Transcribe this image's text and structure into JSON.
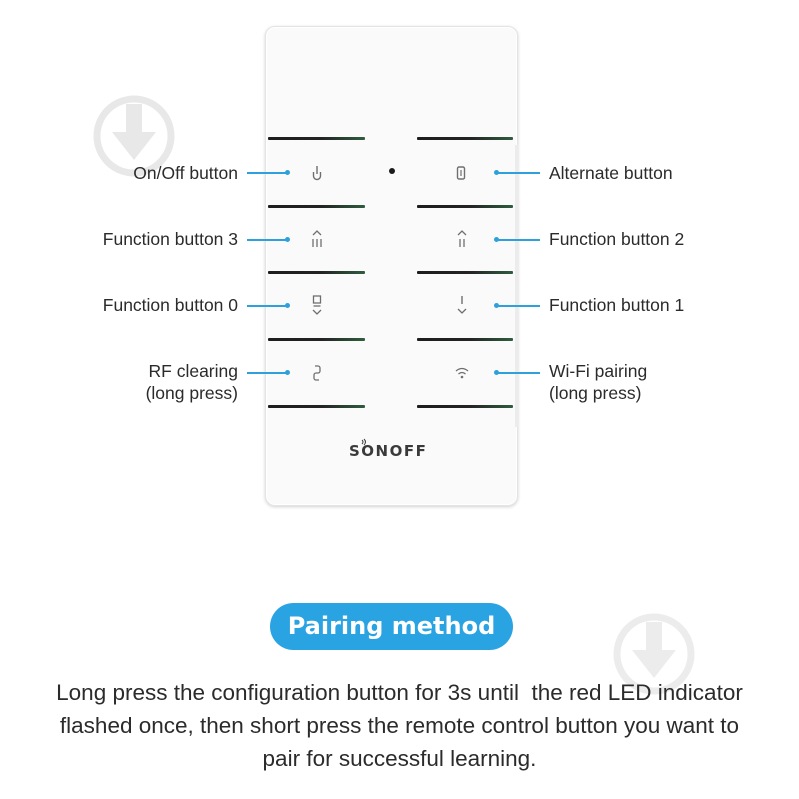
{
  "remote": {
    "brand_name": "Sonoff",
    "buttons": [
      {
        "name": "on-off",
        "icon": "power-icon"
      },
      {
        "name": "alternate",
        "icon": "switch-icon"
      },
      {
        "name": "function-3",
        "icon": "triple-bars-up-icon"
      },
      {
        "name": "function-2",
        "icon": "double-bars-up-icon"
      },
      {
        "name": "function-0",
        "icon": "square-down-icon"
      },
      {
        "name": "function-1",
        "icon": "line-down-icon"
      },
      {
        "name": "rf-clearing",
        "icon": "link-icon"
      },
      {
        "name": "wifi-pairing",
        "icon": "wifi-icon"
      }
    ]
  },
  "labels": {
    "on_off": "On/Off button",
    "alternate": "Alternate button",
    "function_3": "Function button 3",
    "function_2": "Function button 2",
    "function_0": "Function button 0",
    "function_1": "Function button 1",
    "rf_clearing_line1": "RF clearing",
    "rf_clearing_line2": "(long press)",
    "wifi_pairing_line1": "Wi-Fi pairing",
    "wifi_pairing_line2": "(long press)"
  },
  "pairing": {
    "title": "Pairing method",
    "description_line1": "Long press the configuration button for 3s until  the red LED indicator",
    "description_line2": "flashed once, then short press the remote control button you want to",
    "description_line3": "pair for successful learning."
  },
  "colors": {
    "accent": "#2aa3e2",
    "leader": "#2ea1dd",
    "text": "#2b2b2b",
    "watermark": "#e6e6e6"
  }
}
